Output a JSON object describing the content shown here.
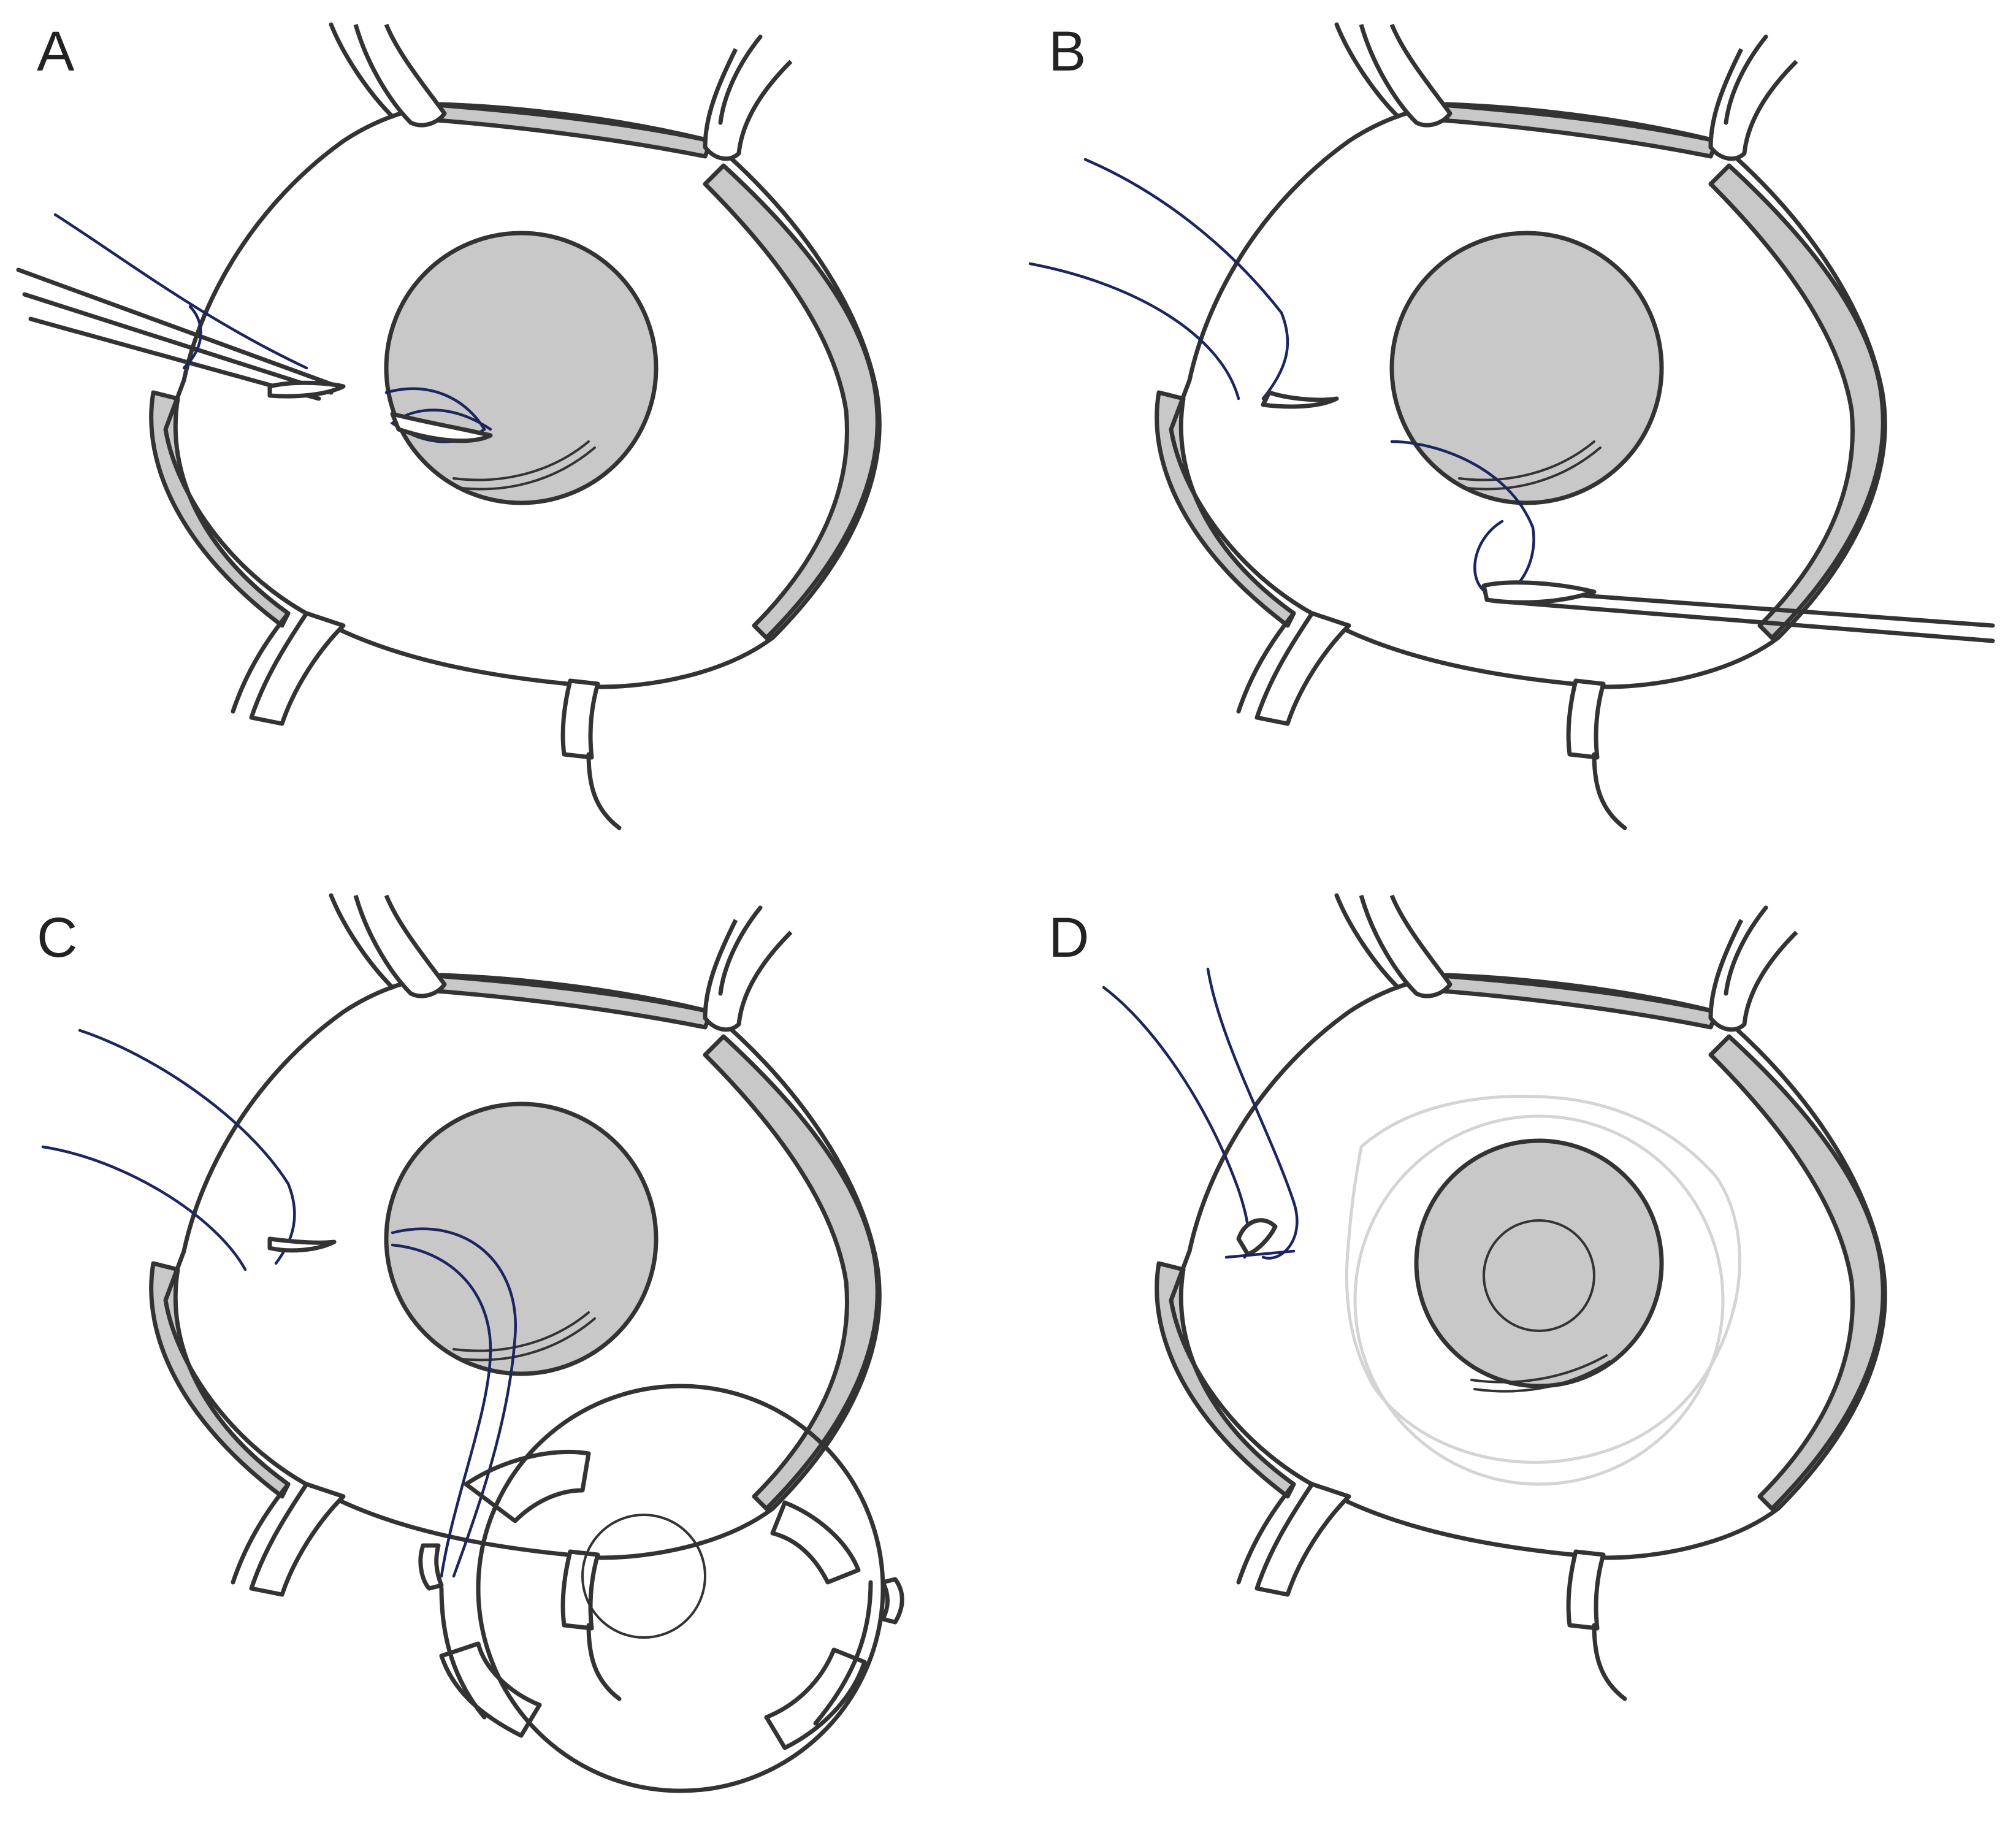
{
  "figure": {
    "panels": [
      {
        "id": "A",
        "label": "A"
      },
      {
        "id": "B",
        "label": "B"
      },
      {
        "id": "C",
        "label": "C"
      },
      {
        "id": "D",
        "label": "D"
      }
    ],
    "colors": {
      "suture": "#1d2560",
      "pupil": "#c8c8c8",
      "outline": "#333333",
      "implant_faint": "#d4d4d4"
    }
  }
}
